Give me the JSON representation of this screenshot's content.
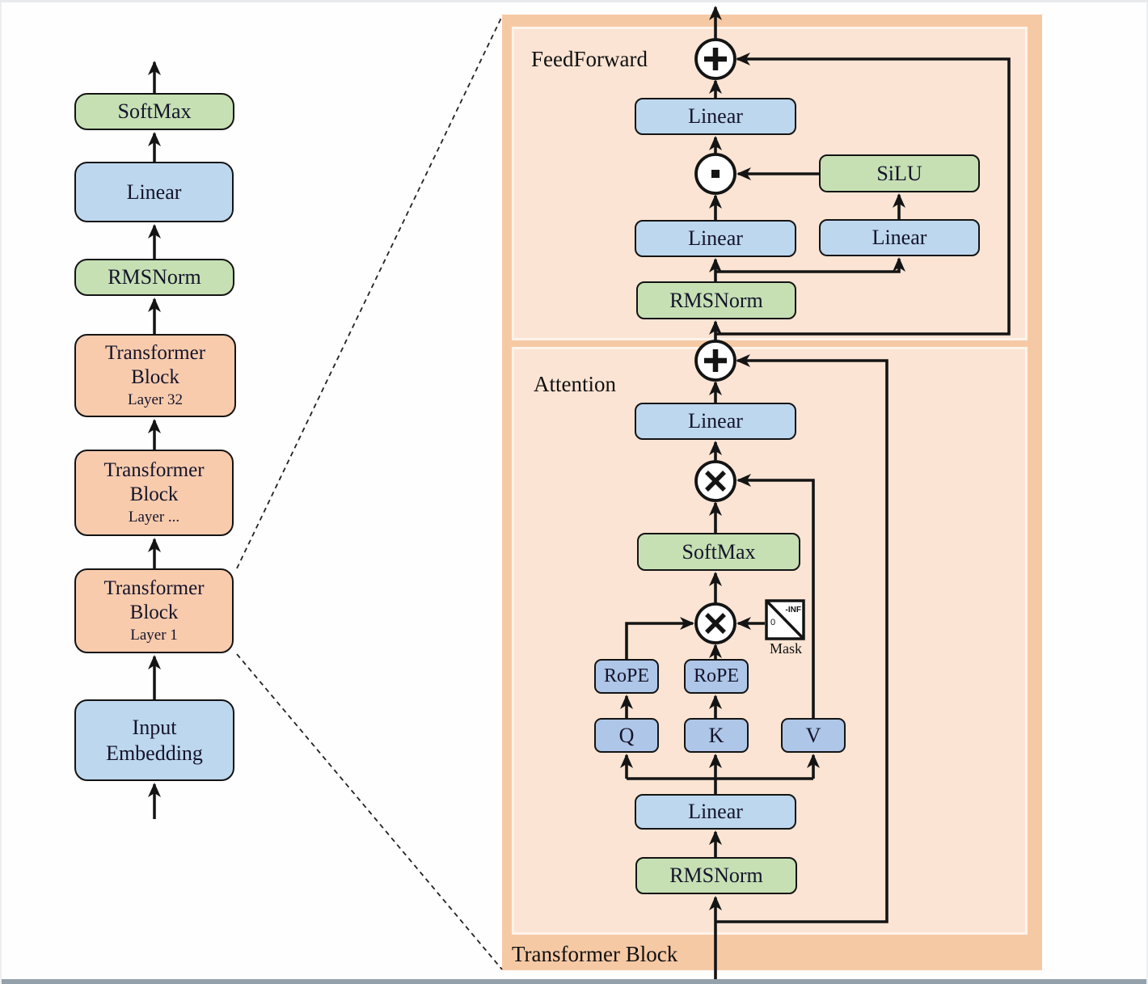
{
  "figure": {
    "left_stack": {
      "items": [
        {
          "label": "SoftMax",
          "sublabel": "",
          "color": "green"
        },
        {
          "label": "Linear",
          "sublabel": "",
          "color": "blue"
        },
        {
          "label": "RMSNorm",
          "sublabel": "",
          "color": "green"
        },
        {
          "label": "Transformer Block",
          "sublabel": "Layer 32",
          "color": "orange"
        },
        {
          "label": "Transformer Block",
          "sublabel": "Layer ...",
          "color": "orange"
        },
        {
          "label": "Transformer Block",
          "sublabel": "Layer 1",
          "color": "orange"
        },
        {
          "label": "Input Embedding",
          "sublabel": "",
          "color": "blue"
        }
      ]
    },
    "panel": {
      "caption": "Transformer Block",
      "feedforward": {
        "section_label": "FeedForward",
        "linear_out": "Linear",
        "silu": "SiLU",
        "linear_left": "Linear",
        "linear_right": "Linear",
        "rmsnorm": "RMSNorm"
      },
      "attention": {
        "section_label": "Attention",
        "linear_out": "Linear",
        "softmax": "SoftMax",
        "rope_q": "RoPE",
        "rope_k": "RoPE",
        "q": "Q",
        "k": "K",
        "v": "V",
        "linear_qkv": "Linear",
        "rmsnorm": "RMSNorm",
        "mask": {
          "label": "Mask",
          "top_right": "-INF",
          "bottom_left": "0"
        }
      },
      "operators": {
        "residual_add_icon": "+",
        "elementwise_product_icon": "·",
        "matrix_multiply_icon": "×"
      }
    },
    "colors": {
      "green_block": "#c6e0b4",
      "blue_block": "#bdd7ee",
      "qkv_block": "#aec6e8",
      "orange_block": "#f8cbad",
      "panel_outer": "#f6c9a5",
      "panel_inner": "#fbe4d3",
      "line": "#141414"
    }
  }
}
